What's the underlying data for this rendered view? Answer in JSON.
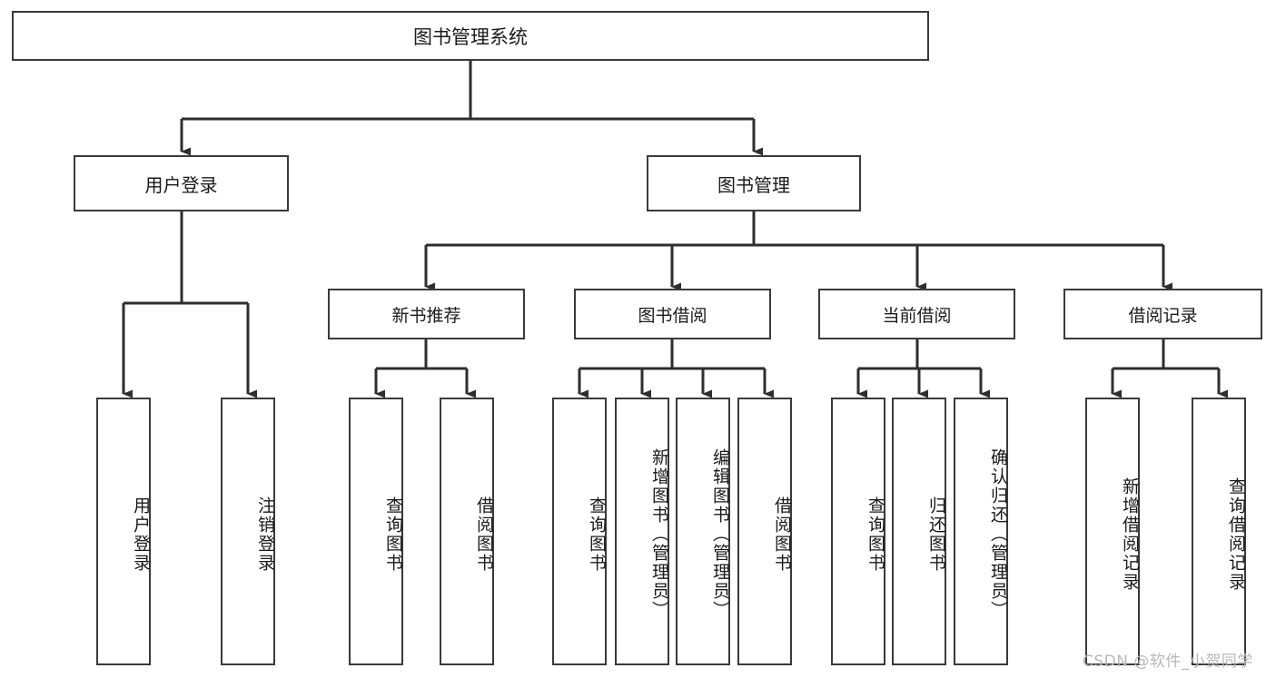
{
  "diagram": {
    "title": "图书管理系统",
    "root": {
      "label": "图书管理系统"
    },
    "level2": [
      {
        "label": "用户登录"
      },
      {
        "label": "图书管理"
      }
    ],
    "level3": [
      {
        "label": "新书推荐"
      },
      {
        "label": "图书借阅"
      },
      {
        "label": "当前借阅"
      },
      {
        "label": "借阅记录"
      }
    ],
    "leaves_user_login": [
      {
        "label": "用户登录"
      },
      {
        "label": "注销登录"
      }
    ],
    "leaves_new_book": [
      {
        "label": "查询图书"
      },
      {
        "label": "借阅图书"
      }
    ],
    "leaves_borrow": [
      {
        "label": "查询图书"
      },
      {
        "label": "新增图书（管理员）"
      },
      {
        "label": "编辑图书（管理员）"
      },
      {
        "label": "借阅图书"
      }
    ],
    "leaves_current": [
      {
        "label": "查询图书"
      },
      {
        "label": "归还图书"
      },
      {
        "label": "确认归还（管理员）"
      }
    ],
    "leaves_record": [
      {
        "label": "新增借阅记录"
      },
      {
        "label": "查询借阅记录"
      }
    ]
  },
  "watermark": {
    "text": "CSDN @软件_小贺同学"
  },
  "colors": {
    "border": "#3a3a3a",
    "background": "#ffffff",
    "text": "#1a1a1a",
    "watermark": "#b8b8b8"
  }
}
